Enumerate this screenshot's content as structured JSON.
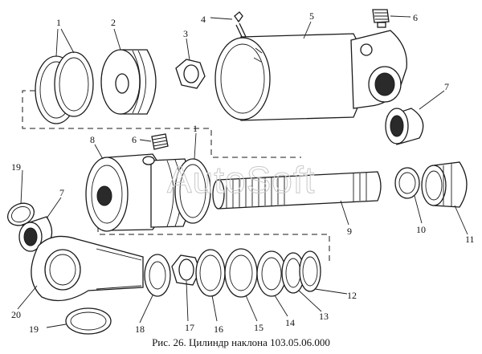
{
  "caption": "Рис. 26. Цилиндр наклона 103.05.06.000",
  "watermark": "AutoSoft",
  "labels": [
    "1",
    "2",
    "3",
    "4",
    "5",
    "6",
    "7",
    "8",
    "6",
    "1",
    "19",
    "7",
    "9",
    "10",
    "11",
    "20",
    "19",
    "18",
    "17",
    "16",
    "15",
    "14",
    "13",
    "12"
  ]
}
